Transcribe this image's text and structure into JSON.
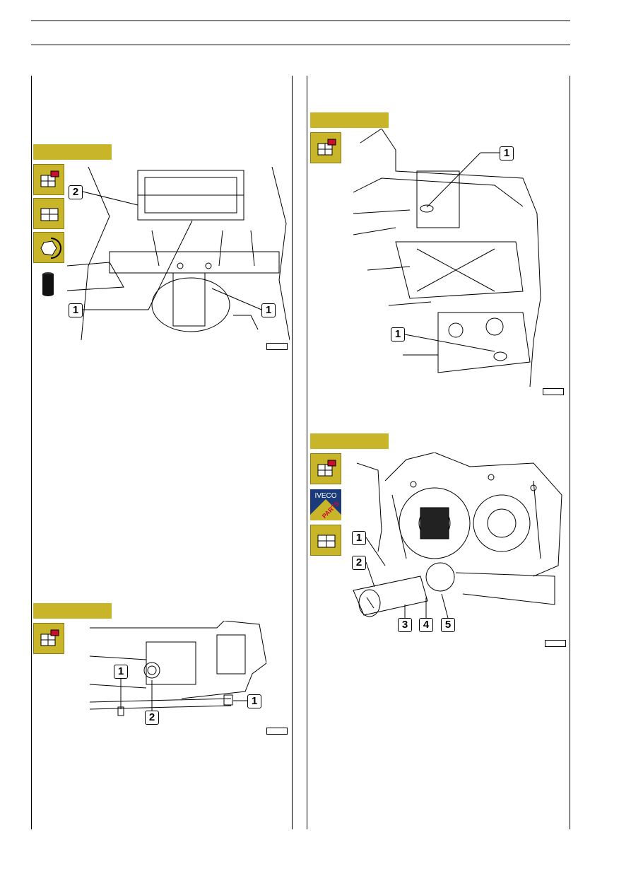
{
  "figures": [
    {
      "callouts": [
        "2",
        "1",
        "1"
      ]
    },
    {
      "callouts": [
        "1",
        "2",
        "1"
      ]
    },
    {
      "callouts": [
        "1",
        "1"
      ]
    },
    {
      "callouts": [
        "1",
        "2",
        "3",
        "4",
        "5"
      ]
    }
  ],
  "icons": {
    "iveco_parts": {
      "brand": "IVECO",
      "label": "PARTS"
    }
  },
  "colors": {
    "section_bar": "#c9b52a",
    "icon_bg": "#c9b52a",
    "icon_red": "#c8102e",
    "parts_blue": "#1b3a7a"
  }
}
